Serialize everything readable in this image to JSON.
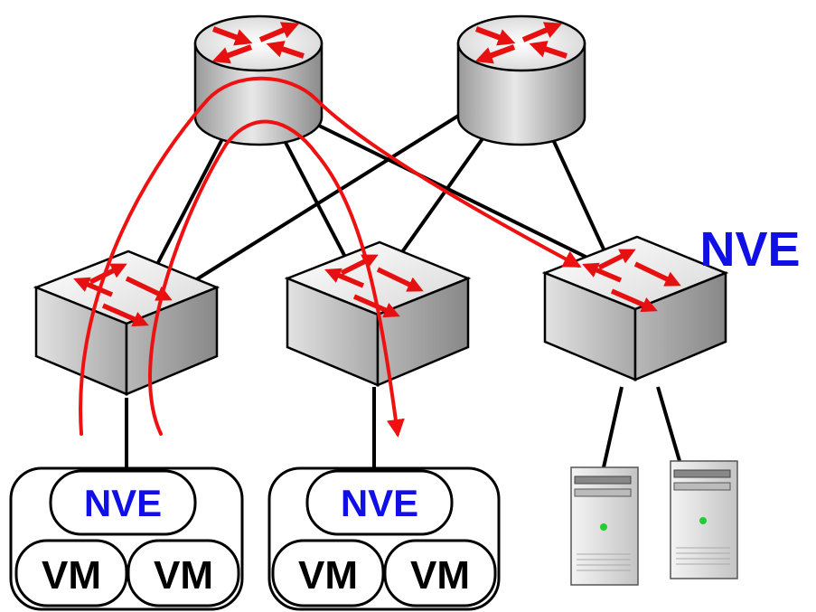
{
  "labels": {
    "nve_standalone": "NVE",
    "host1_nve": "NVE",
    "host1_vm1": "VM",
    "host1_vm2": "VM",
    "host2_nve": "NVE",
    "host2_vm1": "VM",
    "host2_vm2": "VM"
  },
  "colors": {
    "nve_text": "#1010e6",
    "traffic_path": "#ee1111",
    "device_arrow": "#e61010",
    "link": "#000000",
    "server_led": "#22cc33"
  },
  "icons": {
    "router": "router-icon",
    "switch": "switch-icon",
    "server": "server-icon"
  }
}
